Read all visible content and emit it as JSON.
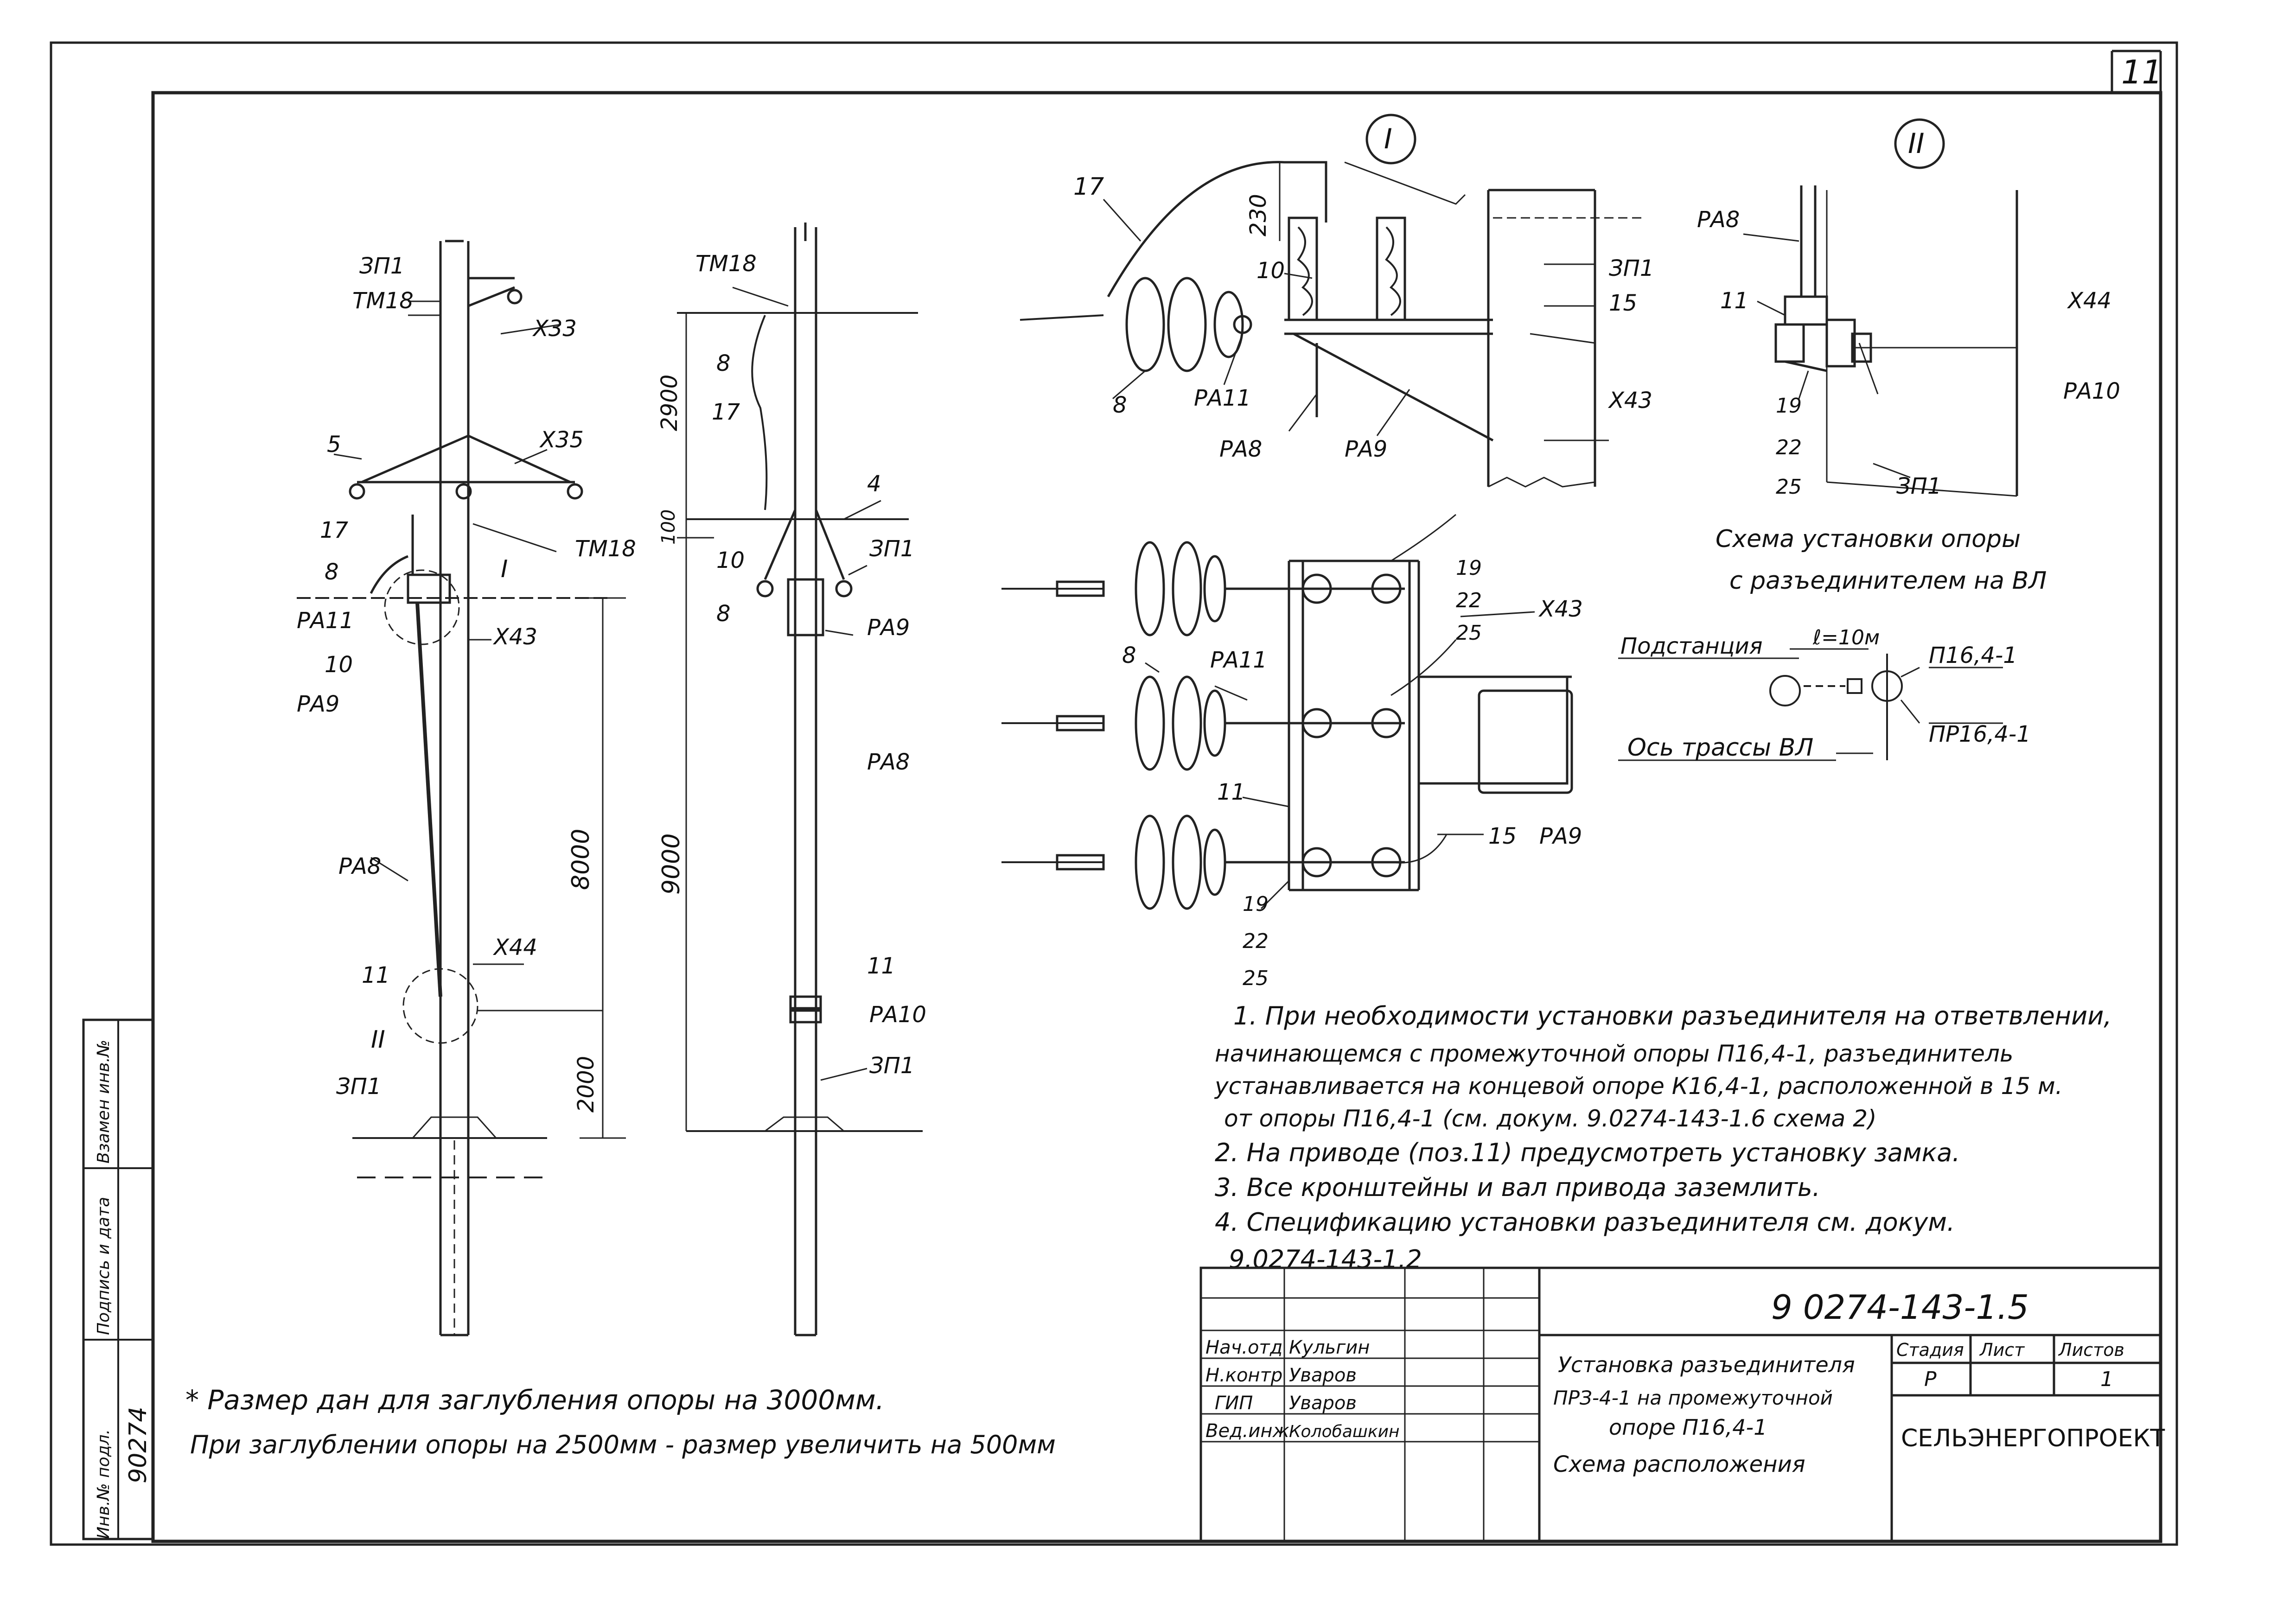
{
  "sheet": {
    "page_number": "11"
  },
  "side_stamp": {
    "inv_no_label": "Инв.№ подл.",
    "sign_date_label": "Подпись и дата",
    "replace_label": "Взамен инв.№",
    "inv_no_value": "90274"
  },
  "view_left": {
    "labels": {
      "zp1_top": "ЗП1",
      "tm18_top": "ТМ18",
      "x33": "Х33",
      "n5": "5",
      "x35": "Х35",
      "n17": "17",
      "tm18_mid": "ТМ18",
      "n8": "8",
      "roman1": "I",
      "ra11": "РА11",
      "x43": "Х43",
      "n10": "10",
      "ra9": "РА9",
      "ra8": "РА8",
      "x44": "Х44",
      "n11": "11",
      "roman2": "II",
      "zp1_bottom": "ЗП1"
    },
    "dim_8000": "8000",
    "dim_2000": "2000"
  },
  "view_middle": {
    "labels": {
      "tm18": "ТМ18",
      "n8_top": "8",
      "n17": "17",
      "n4": "4",
      "n10": "10",
      "zp1_mid": "ЗП1",
      "n8": "8",
      "ra9": "РА9",
      "ra8": "РА8",
      "n11": "11",
      "ra10": "РА10",
      "zp1_bottom": "ЗП1"
    },
    "dim_2900": "2900",
    "dim_100": "100",
    "dim_9000": "9000"
  },
  "detail_I": {
    "title": "I",
    "labels": {
      "n17": "17",
      "dim_230": "230",
      "n10": "10",
      "zp1": "ЗП1",
      "n15": "15",
      "x43": "Х43",
      "n8": "8",
      "ra11": "РА11",
      "ra8": "РА8",
      "ra9": "РА9"
    }
  },
  "plan_view": {
    "labels": {
      "n19_top": "19",
      "n22_top": "22",
      "n25_top": "25",
      "x43": "Х43",
      "n8": "8",
      "ra11": "РА11",
      "n11": "11",
      "n15": "15",
      "ra9": "РА9",
      "n19_bot": "19",
      "n22_bot": "22",
      "n25_bot": "25"
    }
  },
  "detail_II": {
    "title": "II",
    "labels": {
      "ra8": "РА8",
      "n11": "11",
      "x44": "Х44",
      "ra10": "РА10",
      "n19": "19",
      "n22": "22",
      "n25": "25",
      "zp1": "ЗП1"
    }
  },
  "scheme": {
    "title_line1": "Схема установки опоры",
    "title_line2": "с разъединителем на ВЛ",
    "substation": "Подстанция",
    "distance": "ℓ=10м",
    "p164": "П16,4-1",
    "pr164": "ПР16,4-1",
    "axis": "Ось трассы ВЛ"
  },
  "notes": [
    "1. При необходимости установки разъединителя на ответвлении,",
    "начинающемся с промежуточной опоры П16,4-1, разъединитель",
    "устанавливается на концевой опоре К16,4-1, расположенной в 15 м.",
    "от опоры П16,4-1 (см. докум. 9.0274-143-1.6 схема 2)",
    "2. На приводе (поз.11) предусмотреть установку замка.",
    "3. Все кронштейны и вал привода заземлить.",
    "4. Спецификацию установки разъединителя см. докум.",
    "9.0274-143-1.2"
  ],
  "footnote": [
    "* Размер дан для заглубления опоры на 3000мм.",
    "При заглублении опоры на 2500мм - размер увеличить на 500мм"
  ],
  "title_block": {
    "doc_code": "9 0274-143-1.5",
    "roles": [
      "Нач.отд",
      "Н.контр",
      "ГИП",
      "Вед.инж"
    ],
    "names": [
      "Кульгин",
      "Уваров",
      "Уваров",
      "Колобашкин"
    ],
    "title_lines": [
      "Установка разъединителя",
      "ПРЗ-4-1 на промежуточной",
      "опоре П16,4-1",
      "Схема расположения"
    ],
    "stage_label": "Стадия",
    "sheet_label": "Лист",
    "sheets_label": "Листов",
    "stage_value": "Р",
    "sheets_value": "1",
    "organization": "СЕЛЬЭНЕРГОПРОЕКТ"
  }
}
